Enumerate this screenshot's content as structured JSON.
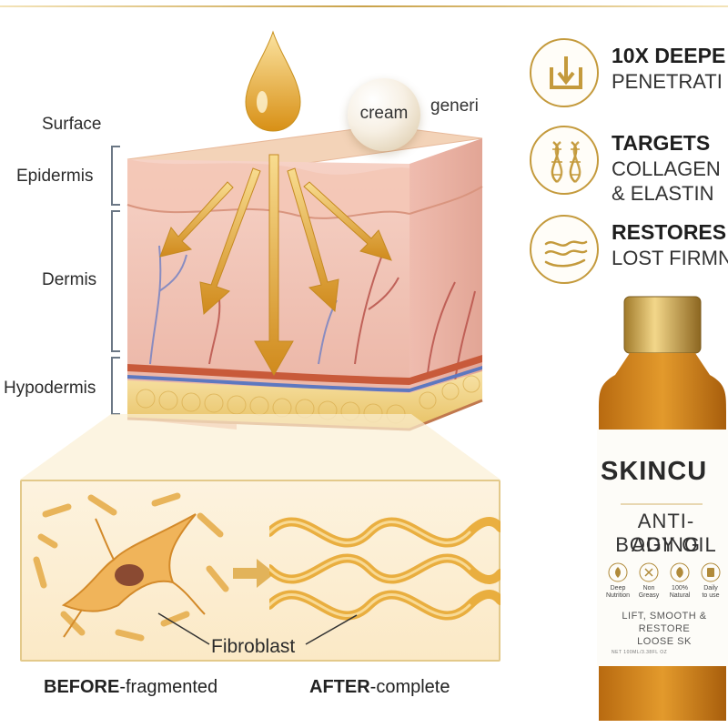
{
  "diagram": {
    "layers": [
      "Surface",
      "Epidermis",
      "Dermis",
      "Hypodermis"
    ],
    "cream_label": "cream",
    "generic_label": "generi"
  },
  "features": [
    {
      "title": "10X DEEPE",
      "subtitle": "PENETRATI",
      "icon": "downward-penetration-icon"
    },
    {
      "title": "TARGETS",
      "subtitle_line1": "COLLAGEN",
      "subtitle_line2": "& ELASTIN",
      "icon": "dna-icon"
    },
    {
      "title": "RESTORES",
      "subtitle": "LOST FIRMN",
      "icon": "skin-wave-icon"
    }
  ],
  "comparison": {
    "fibroblast_label": "Fibroblast",
    "before_bold": "BEFORE",
    "before_rest": "-fragmented",
    "after_bold": "AFTER",
    "after_rest": "-complete"
  },
  "product": {
    "brand": "SKINCU",
    "line1": "ANTI-AGING",
    "line2": "BODY OIL",
    "badges": [
      {
        "line1": "Deep",
        "line2": "Nutrition"
      },
      {
        "line1": "Non",
        "line2": "Greasy"
      },
      {
        "line1": "100%",
        "line2": "Natural"
      },
      {
        "line1": "Daily",
        "line2": "to use"
      }
    ],
    "tagline_line1": "LIFT, SMOOTH & RESTORE",
    "tagline_line2": "LOOSE SK",
    "net": "NET 100ML/3.38FL OZ"
  },
  "colors": {
    "gold": "#c49a3c",
    "oil": "#d08a1c",
    "skin": "#f0c2b4",
    "fat": "#f3d98a"
  }
}
